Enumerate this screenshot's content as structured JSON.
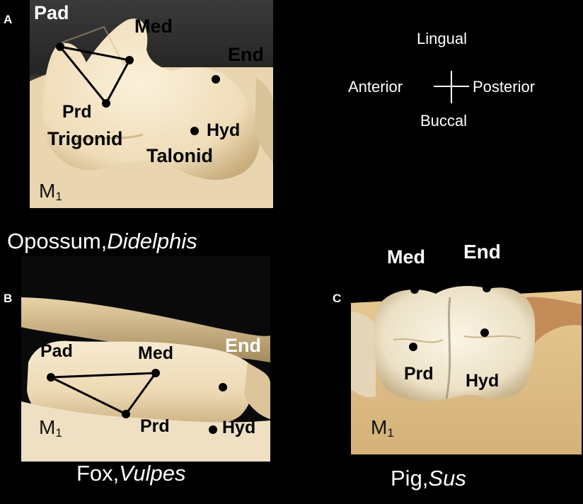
{
  "panels": {
    "a": {
      "letter": "A",
      "labels": {
        "pad": "Pad",
        "med": "Med",
        "end": "End",
        "prd": "Prd",
        "trigonid": "Trigonid",
        "hyd": "Hyd",
        "talonid": "Talonid"
      },
      "tooth_main": "M",
      "tooth_sub": "1",
      "caption_common": "Opossum,",
      "caption_genus": "Didelphis"
    },
    "b": {
      "letter": "B",
      "labels": {
        "pad": "Pad",
        "med": "Med",
        "end": "End",
        "prd": "Prd",
        "hyd": "Hyd"
      },
      "tooth_main": "M",
      "tooth_sub": "1",
      "caption_common": "Fox,",
      "caption_genus": "Vulpes"
    },
    "c": {
      "letter": "C",
      "labels": {
        "med": "Med",
        "end": "End",
        "prd": "Prd",
        "hyd": "Hyd"
      },
      "tooth_main": "M",
      "tooth_sub": "1",
      "caption_common": "Pig,",
      "caption_genus": "Sus"
    }
  },
  "orientation": {
    "top": "Lingual",
    "left": "Anterior",
    "right": "Posterior",
    "bottom": "Buccal"
  },
  "colors": {
    "background": "#000000",
    "tooth": "#efdcb8",
    "bone": "#e2c08c",
    "marker": "#000000"
  }
}
